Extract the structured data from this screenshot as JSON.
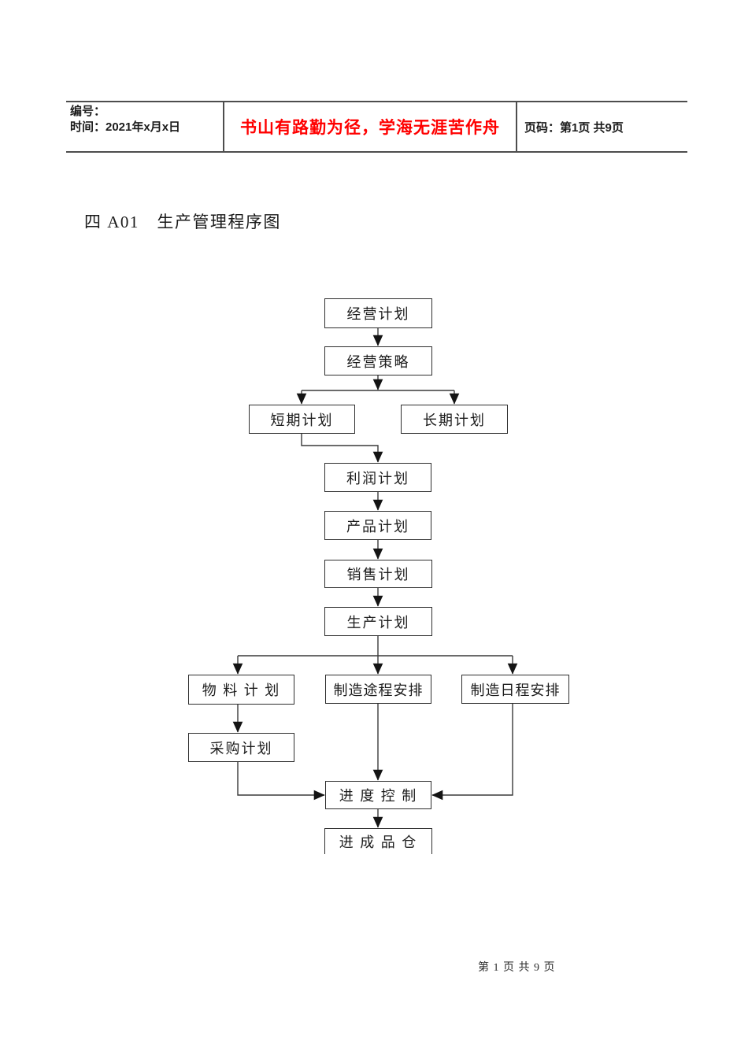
{
  "page": {
    "background_color": "#ffffff",
    "text_color": "#1c1c1c"
  },
  "header_table": {
    "info_cell": {
      "number_label": "编号：",
      "date_label": "时间：2021年x月x日"
    },
    "motto_cell": {
      "text": "书山有路勤为径，学海无涯苦作舟",
      "color": "#ff0000"
    },
    "page_cell": {
      "text": "页码：第1页 共9页"
    }
  },
  "title": "四 A01　生产管理程序图",
  "flowchart": {
    "nodes": [
      {
        "id": "business-plan",
        "label": "经营计划"
      },
      {
        "id": "business-strategy",
        "label": "经营策略"
      },
      {
        "id": "short-term-plan",
        "label": "短期计划"
      },
      {
        "id": "long-term-plan",
        "label": "长期计划"
      },
      {
        "id": "profit-plan",
        "label": "利润计划"
      },
      {
        "id": "product-plan",
        "label": "产品计划"
      },
      {
        "id": "sales-plan",
        "label": "销售计划"
      },
      {
        "id": "production-plan",
        "label": "生产计划"
      },
      {
        "id": "material-plan",
        "label": "物 料 计 划"
      },
      {
        "id": "route-scheduling",
        "label": "制造途程安排"
      },
      {
        "id": "date-scheduling",
        "label": "制造日程安排"
      },
      {
        "id": "purchasing-plan",
        "label": "采购计划"
      },
      {
        "id": "progress-control",
        "label": "进 度 控 制"
      },
      {
        "id": "finished-goods-warehouse",
        "label": "进 成 品 仓"
      }
    ],
    "edges": [
      {
        "from": "business-plan",
        "to": "business-strategy"
      },
      {
        "from": "business-strategy",
        "to": "short-term-plan"
      },
      {
        "from": "business-strategy",
        "to": "long-term-plan"
      },
      {
        "from": "short-term-plan",
        "to": "profit-plan"
      },
      {
        "from": "profit-plan",
        "to": "product-plan"
      },
      {
        "from": "product-plan",
        "to": "sales-plan"
      },
      {
        "from": "sales-plan",
        "to": "production-plan"
      },
      {
        "from": "production-plan",
        "to": "material-plan"
      },
      {
        "from": "production-plan",
        "to": "route-scheduling"
      },
      {
        "from": "production-plan",
        "to": "date-scheduling"
      },
      {
        "from": "material-plan",
        "to": "purchasing-plan"
      },
      {
        "from": "purchasing-plan",
        "to": "progress-control"
      },
      {
        "from": "route-scheduling",
        "to": "progress-control"
      },
      {
        "from": "date-scheduling",
        "to": "progress-control"
      },
      {
        "from": "progress-control",
        "to": "finished-goods-warehouse"
      }
    ],
    "line_color": "#3a3a3a",
    "arrow_color": "#141414"
  },
  "footer": {
    "page_label": "第 1 页 共 9 页"
  }
}
